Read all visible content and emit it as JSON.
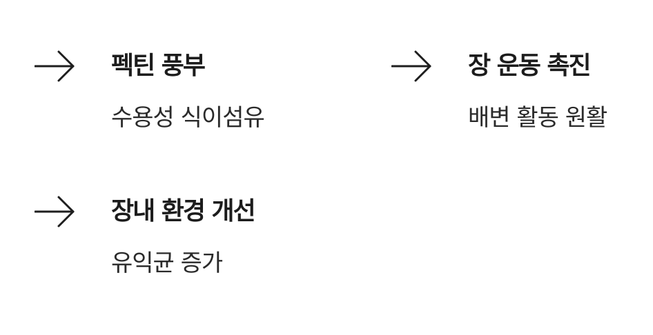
{
  "colors": {
    "background": "#ffffff",
    "text": "#222222",
    "arrow": "#1e1e1e"
  },
  "features": [
    {
      "icon": "arrow-right-icon",
      "title": "펙틴 풍부",
      "description": "수용성 식이섬유"
    },
    {
      "icon": "arrow-right-icon",
      "title": "장 운동 촉진",
      "description": "배변 활동 원활"
    },
    {
      "icon": "arrow-right-icon",
      "title": "장내 환경 개선",
      "description": "유익균 증가"
    }
  ]
}
